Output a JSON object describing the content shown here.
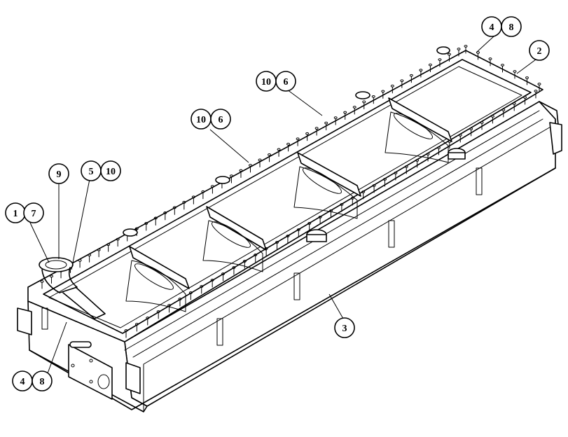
{
  "callouts": [
    {
      "id": "c-1",
      "label": "1"
    },
    {
      "id": "c-7",
      "label": "7"
    },
    {
      "id": "c-9",
      "label": "9"
    },
    {
      "id": "c-5",
      "label": "5"
    },
    {
      "id": "c-10a",
      "label": "10"
    },
    {
      "id": "c-10b",
      "label": "10"
    },
    {
      "id": "c-6a",
      "label": "6"
    },
    {
      "id": "c-10c",
      "label": "10"
    },
    {
      "id": "c-6b",
      "label": "6"
    },
    {
      "id": "c-4a",
      "label": "4"
    },
    {
      "id": "c-8a",
      "label": "8"
    },
    {
      "id": "c-2",
      "label": "2"
    },
    {
      "id": "c-3",
      "label": "3"
    },
    {
      "id": "c-4b",
      "label": "4"
    },
    {
      "id": "c-8b",
      "label": "8"
    }
  ]
}
